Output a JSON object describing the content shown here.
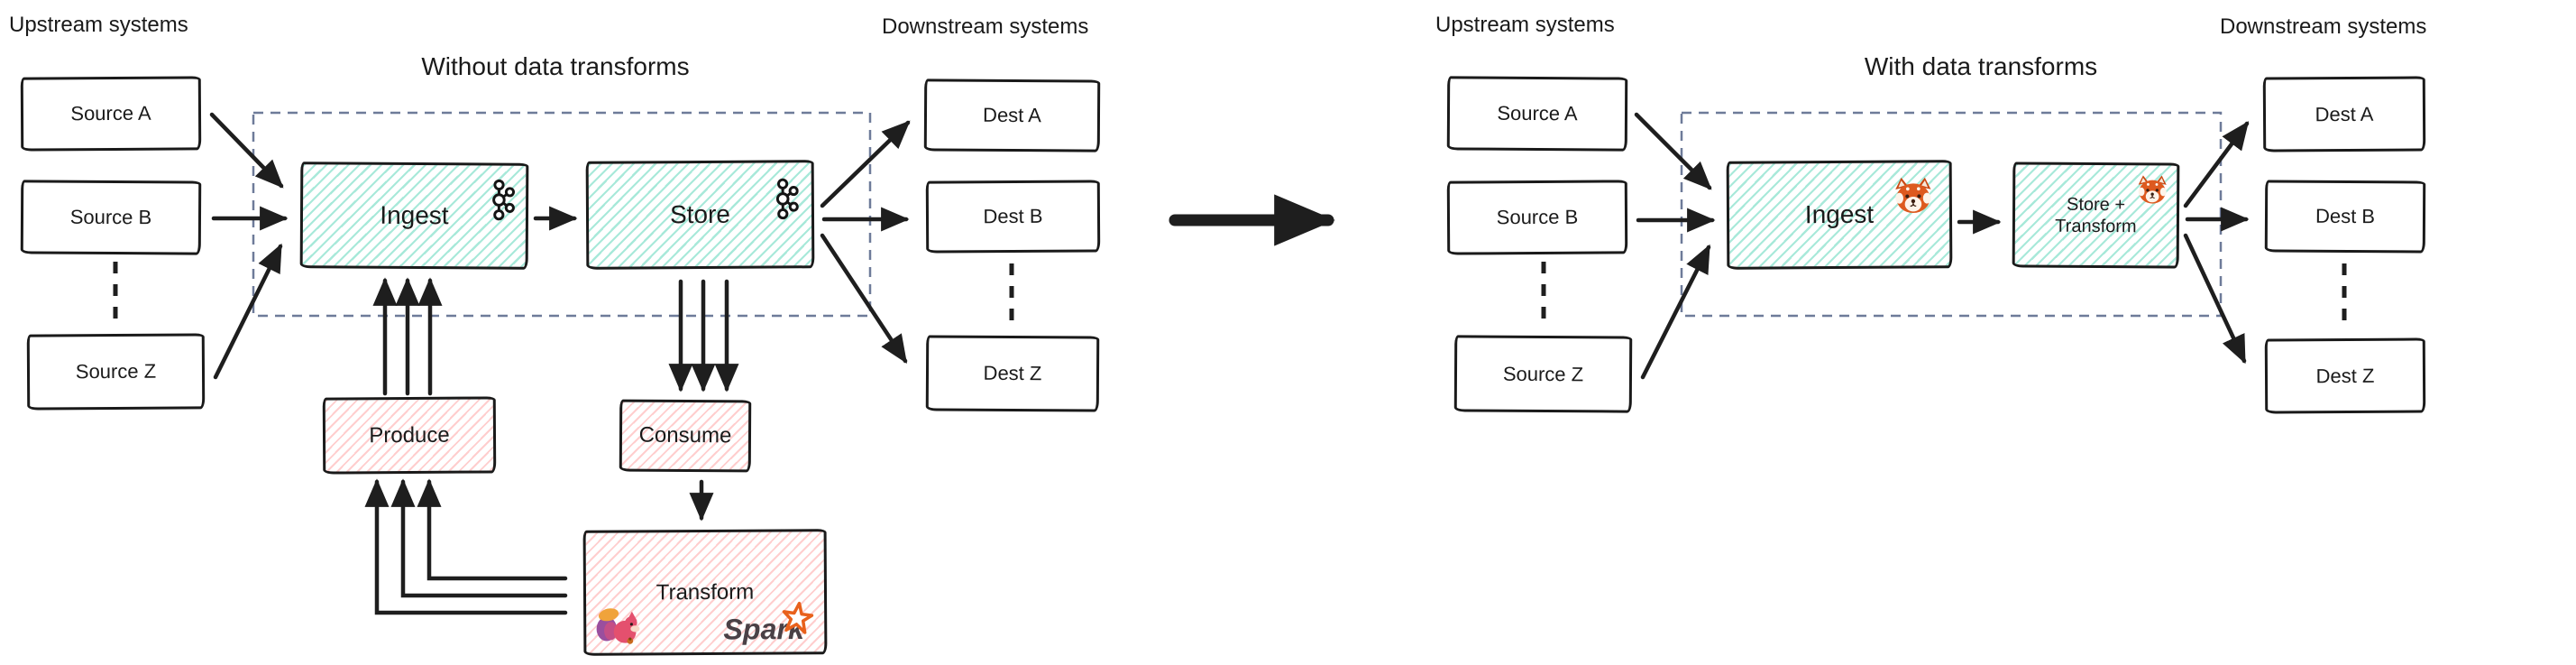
{
  "left": {
    "upstream_label": "Upstream systems",
    "title": "Without data transforms",
    "downstream_label": "Downstream systems",
    "sources": [
      "Source A",
      "Source B",
      "Source Z"
    ],
    "dests": [
      "Dest A",
      "Dest B",
      "Dest Z"
    ],
    "ingest_label": "Ingest",
    "store_label": "Store",
    "produce_label": "Produce",
    "consume_label": "Consume",
    "transform_label": "Transform",
    "spark_wordmark": "Spark"
  },
  "right": {
    "upstream_label": "Upstream systems",
    "title": "With data transforms",
    "downstream_label": "Downstream systems",
    "sources": [
      "Source A",
      "Source B",
      "Source Z"
    ],
    "dests": [
      "Dest A",
      "Dest B",
      "Dest Z"
    ],
    "ingest_label": "Ingest",
    "store_transform_line1": "Store +",
    "store_transform_line2": "Transform"
  },
  "icons": {
    "kafka": "apache-kafka-logo",
    "redpanda": "redpanda-logo",
    "flink": "apache-flink-squirrel-logo",
    "spark": "apache-spark-logo"
  },
  "colors": {
    "box_stroke": "#1a1a1a",
    "teal_hatch": "#52d3b4",
    "pink_hatch": "#ff8a8a",
    "dashed_region": "#6e7b99",
    "arrow": "#1e1e1e",
    "spark_orange": "#e8611c"
  }
}
